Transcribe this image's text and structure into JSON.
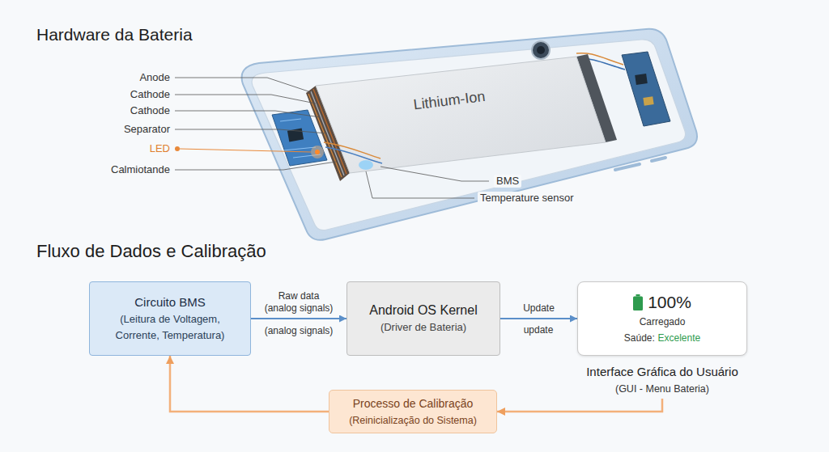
{
  "diagram": {
    "title": "Hardware da Bateria",
    "nodes": [
      {
        "text": [
          "Circuito BMS",
          "(Leitura de Voltagem, Corrente, Temperatura)"
        ]
      },
      {
        "text": [
          "Android OS Kernel",
          "(Driver de Bateria)"
        ]
      },
      {
        "text": [
          "100%",
          "Carregado",
          "Saúde:",
          "Excelente",
          "Interface Gráfica do Usuário",
          "(GUI - Menu Bateria)"
        ]
      },
      {
        "text": [
          "Processo de Calibração",
          "(Reinicialização do Sistema)"
        ]
      }
    ],
    "edges": [
      {
        "from": 0,
        "to": 1,
        "arrow": "to",
        "label": "Raw data (analog signals)"
      },
      {
        "from": 1,
        "to": 2,
        "arrow": "to",
        "label": "Update"
      },
      {
        "from": 2,
        "to": 3,
        "arrow": "to"
      },
      {
        "from": 3,
        "to": 0,
        "arrow": "to"
      }
    ],
    "labels": [
      "Anode",
      "Cathode",
      "Cathode",
      "Separator",
      "LED",
      "Calmiotande",
      "Lithium-Ion",
      "BMS",
      "Temperature sensor",
      "Fluxo de Dados e Calibração",
      "(analog signals)",
      "update"
    ]
  }
}
